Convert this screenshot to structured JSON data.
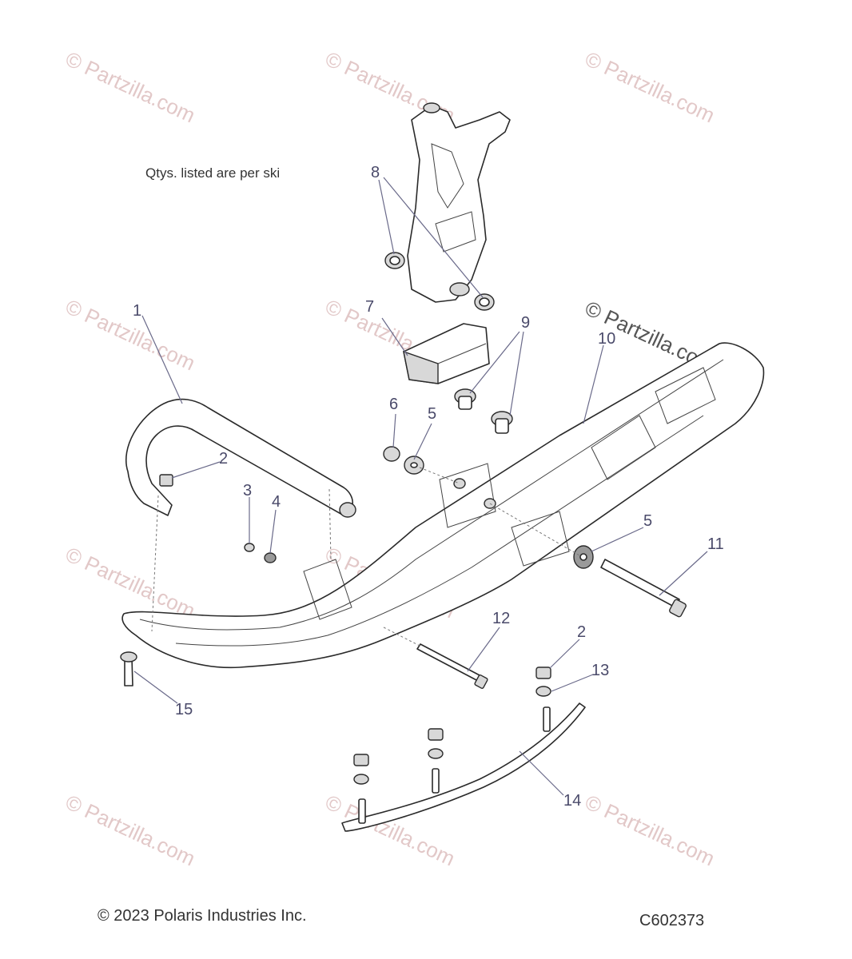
{
  "note": "Qtys. listed are per ski",
  "copyright": "© 2023 Polaris Industries Inc.",
  "diagram_code": "C602373",
  "watermark": "© Partzilla.com",
  "callouts": [
    "1",
    "2",
    "3",
    "4",
    "5",
    "6",
    "7",
    "8",
    "9",
    "10",
    "11",
    "12",
    "13",
    "14",
    "15",
    "2",
    "5"
  ]
}
